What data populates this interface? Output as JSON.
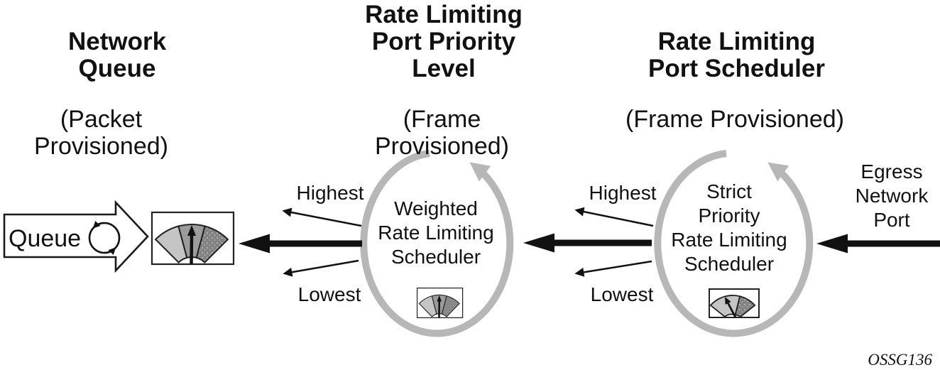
{
  "figure": {
    "columns": [
      {
        "title": "Network\nQueue",
        "subtitle": "(Packet Provisioned)"
      },
      {
        "title": "Rate Limiting\nPort Priority\nLevel",
        "subtitle": "(Frame Provisioned)"
      },
      {
        "title": "Rate Limiting\nPort Scheduler",
        "subtitle": "(Frame Provisioned)"
      }
    ],
    "queue": {
      "label": "Queue"
    },
    "schedulers": [
      {
        "label": "Weighted\nRate Limiting\nScheduler",
        "highest": "Highest",
        "lowest": "Lowest"
      },
      {
        "label": "Strict\nPriority\nRate Limiting\nScheduler",
        "highest": "Highest",
        "lowest": "Lowest"
      }
    ],
    "egress": {
      "label": "Egress\nNetwork\nPort"
    },
    "caption": "OSSG136",
    "colors": {
      "ink": "#111111",
      "rotation_gray": "#b7b7b7",
      "gauge_light": "#c5c5c5",
      "gauge_mid": "#9c9c9c",
      "gauge_dark": "#838383"
    }
  }
}
